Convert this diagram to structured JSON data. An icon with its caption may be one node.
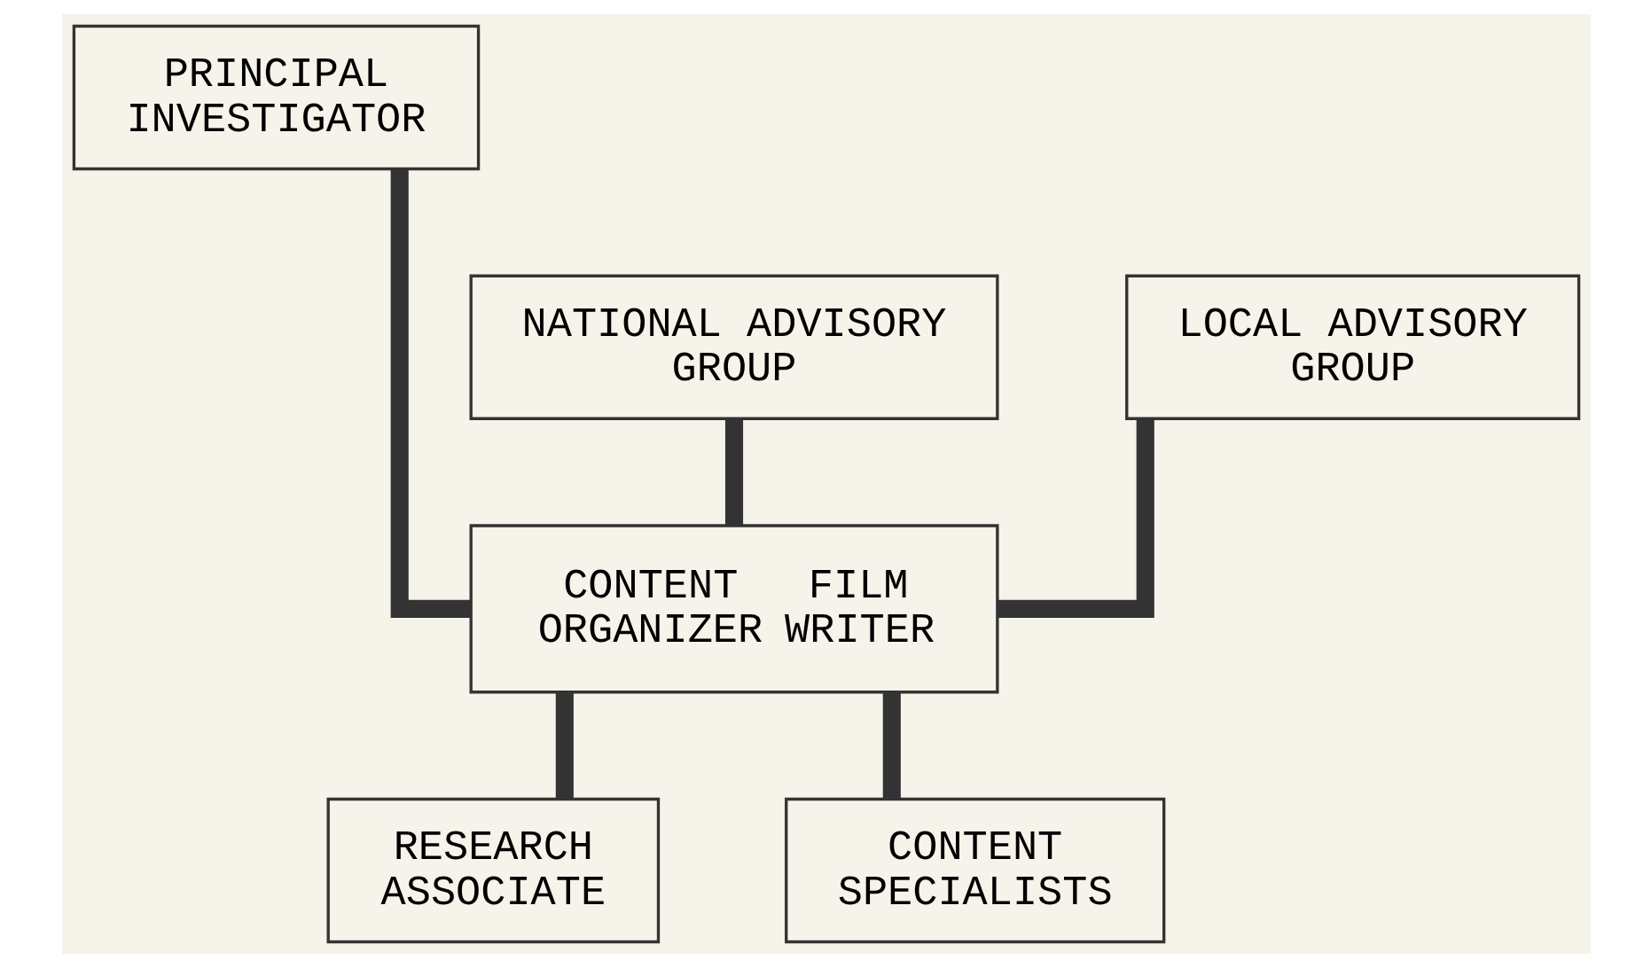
{
  "diagram": {
    "nodes": [
      {
        "text": [
          "PRINCIPAL INVESTIGATOR"
        ]
      },
      {
        "text": [
          "NATIONAL ADVISORY GROUP"
        ]
      },
      {
        "text": [
          "LOCAL ADVISORY GROUP"
        ]
      },
      {
        "text": [
          "CONTENT ORGANIZER",
          "FILM WRITER"
        ]
      },
      {
        "text": [
          "RESEARCH ASSOCIATE"
        ]
      },
      {
        "text": [
          "CONTENT SPECIALISTS"
        ]
      }
    ],
    "edges": [
      {
        "from": 0,
        "to": 3,
        "arrow": "none"
      },
      {
        "from": 1,
        "to": 3,
        "arrow": "none"
      },
      {
        "from": 2,
        "to": 3,
        "arrow": "none"
      },
      {
        "from": 3,
        "to": 4,
        "arrow": "none"
      },
      {
        "from": 3,
        "to": 5,
        "arrow": "none"
      }
    ]
  }
}
